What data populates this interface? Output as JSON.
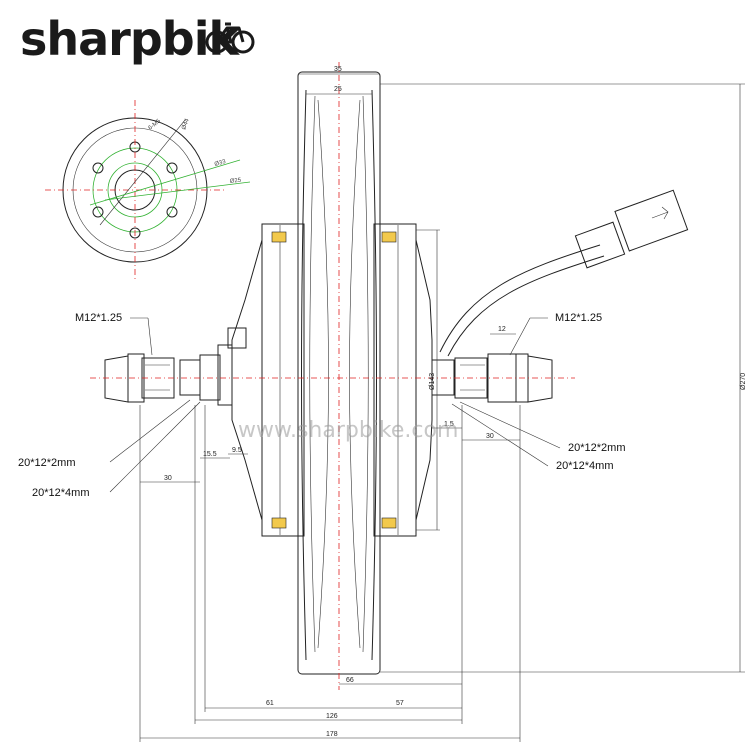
{
  "brand": {
    "logo_text": "sharpbik",
    "watermark": "www.sharpbike.com"
  },
  "callouts": {
    "thread_left": "M12*1.25",
    "thread_right": "M12*1.25",
    "washer_left_2mm": "20*12*2mm",
    "washer_left_4mm": "20*12*4mm",
    "washer_right_2mm": "20*12*2mm",
    "washer_right_4mm": "20*12*4mm"
  },
  "flange_detail": {
    "bolt_spec": "6-M5",
    "dia_44": "Ø44",
    "dia_33": "Ø33",
    "dia_25": "Ø25"
  },
  "dimensions": {
    "rim_width_35": "35",
    "rim_inner_25": "25",
    "overall_dia_270": "Ø270",
    "hub_dia_143": "Ø143",
    "axle_12": "12",
    "left_30": "30",
    "right_30": "30",
    "offset_15_5": "15.5",
    "offset_9_5": "9.5",
    "offset_1_5": "1.5",
    "width_61": "61",
    "width_66": "66",
    "width_57": "57",
    "width_126": "126",
    "width_178": "178"
  },
  "colors": {
    "centerline": "#e02020",
    "detail": "#33b233",
    "highlight": "#f2c94c"
  }
}
